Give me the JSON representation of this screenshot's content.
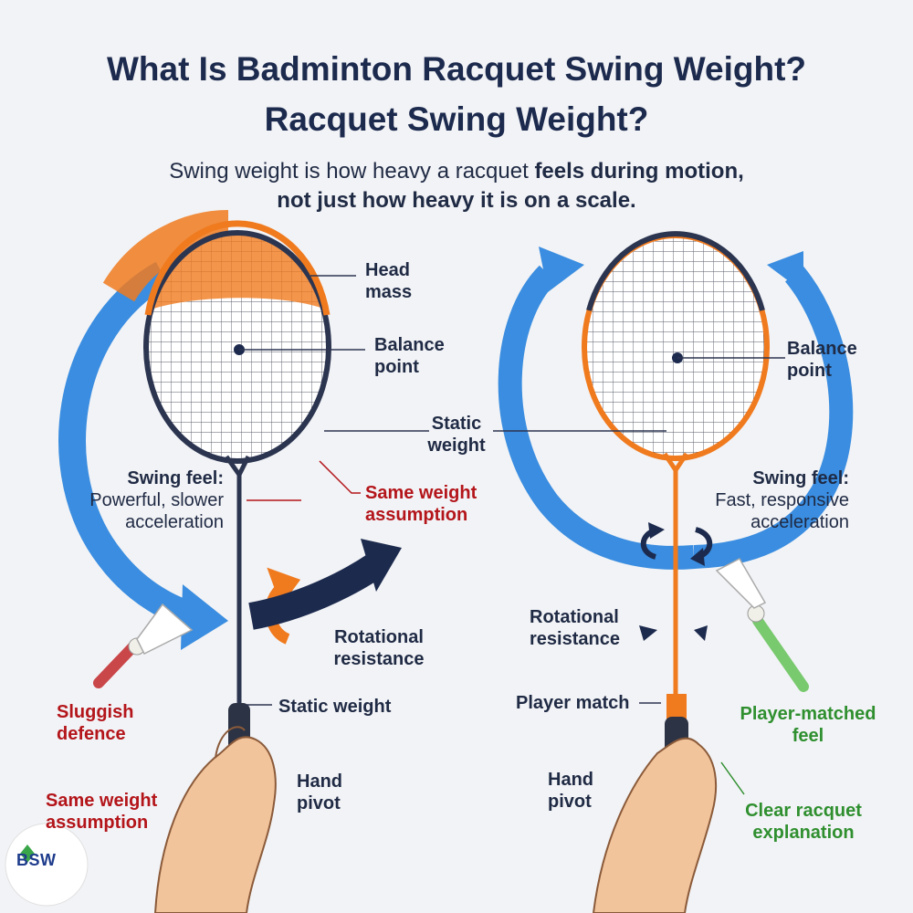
{
  "title_line1": "What Is Badminton Racquet Swing Weight?",
  "title_line2": "Racquet Swing Weight?",
  "subtitle_line1_plain": "Swing weight is how heavy a racquet ",
  "subtitle_line1_bold": "feels during motion,",
  "subtitle_line2": "not just how heavy it is on a scale.",
  "left": {
    "head_mass": [
      "Head",
      "mass"
    ],
    "balance_point": [
      "Balance",
      "point"
    ],
    "static_weight_mid": [
      "Static",
      "weight"
    ],
    "swing_feel_label": "Swing feel:",
    "swing_feel_desc": [
      "Powerful, slower",
      "acceleration"
    ],
    "same_weight_top": [
      "Same weight",
      "assumption"
    ],
    "rotational_resistance": [
      "Rotational",
      "resistance"
    ],
    "static_weight_low": "Static weight",
    "sluggish": [
      "Sluggish",
      "defence"
    ],
    "same_weight_bottom": [
      "Same weight",
      "assumption"
    ],
    "hand_pivot": [
      "Hand",
      "pivot"
    ]
  },
  "right": {
    "balance_point": [
      "Balance",
      "point"
    ],
    "swing_feel_label": "Swing feel:",
    "swing_feel_desc": [
      "Fast, responsive",
      "acceleration"
    ],
    "rotational_resistance": [
      "Rotational",
      "resistance"
    ],
    "player_match": "Player match",
    "player_matched_feel": [
      "Player-matched",
      "feel"
    ],
    "hand_pivot": [
      "Hand",
      "pivot"
    ],
    "clear_explanation": [
      "Clear racquet",
      "explanation"
    ]
  },
  "logo_text": "BSW",
  "colors": {
    "navy": "#1c2a4e",
    "orange": "#f07a1e",
    "blue": "#3a8de0",
    "red": "#b3151a",
    "green": "#2f8f2f"
  },
  "icons": [
    "circular-swing-arrow-icon",
    "shuttlecock-icon",
    "hand-icon",
    "rotation-arrows-icon"
  ]
}
